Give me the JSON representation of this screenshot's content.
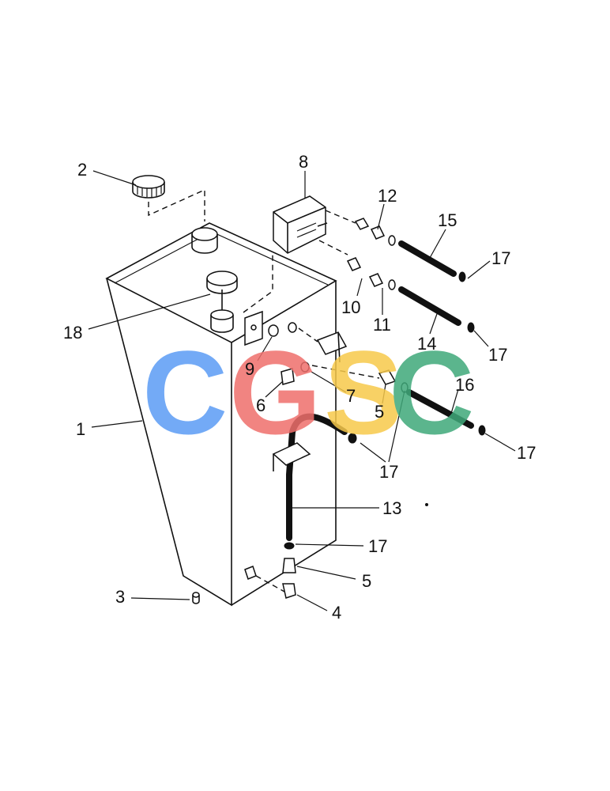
{
  "watermark": {
    "letters": [
      "C",
      "G",
      "S",
      "C"
    ],
    "colors": [
      "#5b9cf5",
      "#ef6f6c",
      "#f7c94b",
      "#3fa97a"
    ]
  },
  "callouts": {
    "n1": "1",
    "n2": "2",
    "n3": "3",
    "n4": "4",
    "n5a": "5",
    "n5b": "5",
    "n6": "6",
    "n7": "7",
    "n8": "8",
    "n9": "9",
    "n10": "10",
    "n11": "11",
    "n12": "12",
    "n13": "13",
    "n14": "14",
    "n15": "15",
    "n16": "16",
    "n17a": "17",
    "n17b": "17",
    "n17c": "17",
    "n17d": "17",
    "n17e": "17",
    "n18": "18"
  }
}
